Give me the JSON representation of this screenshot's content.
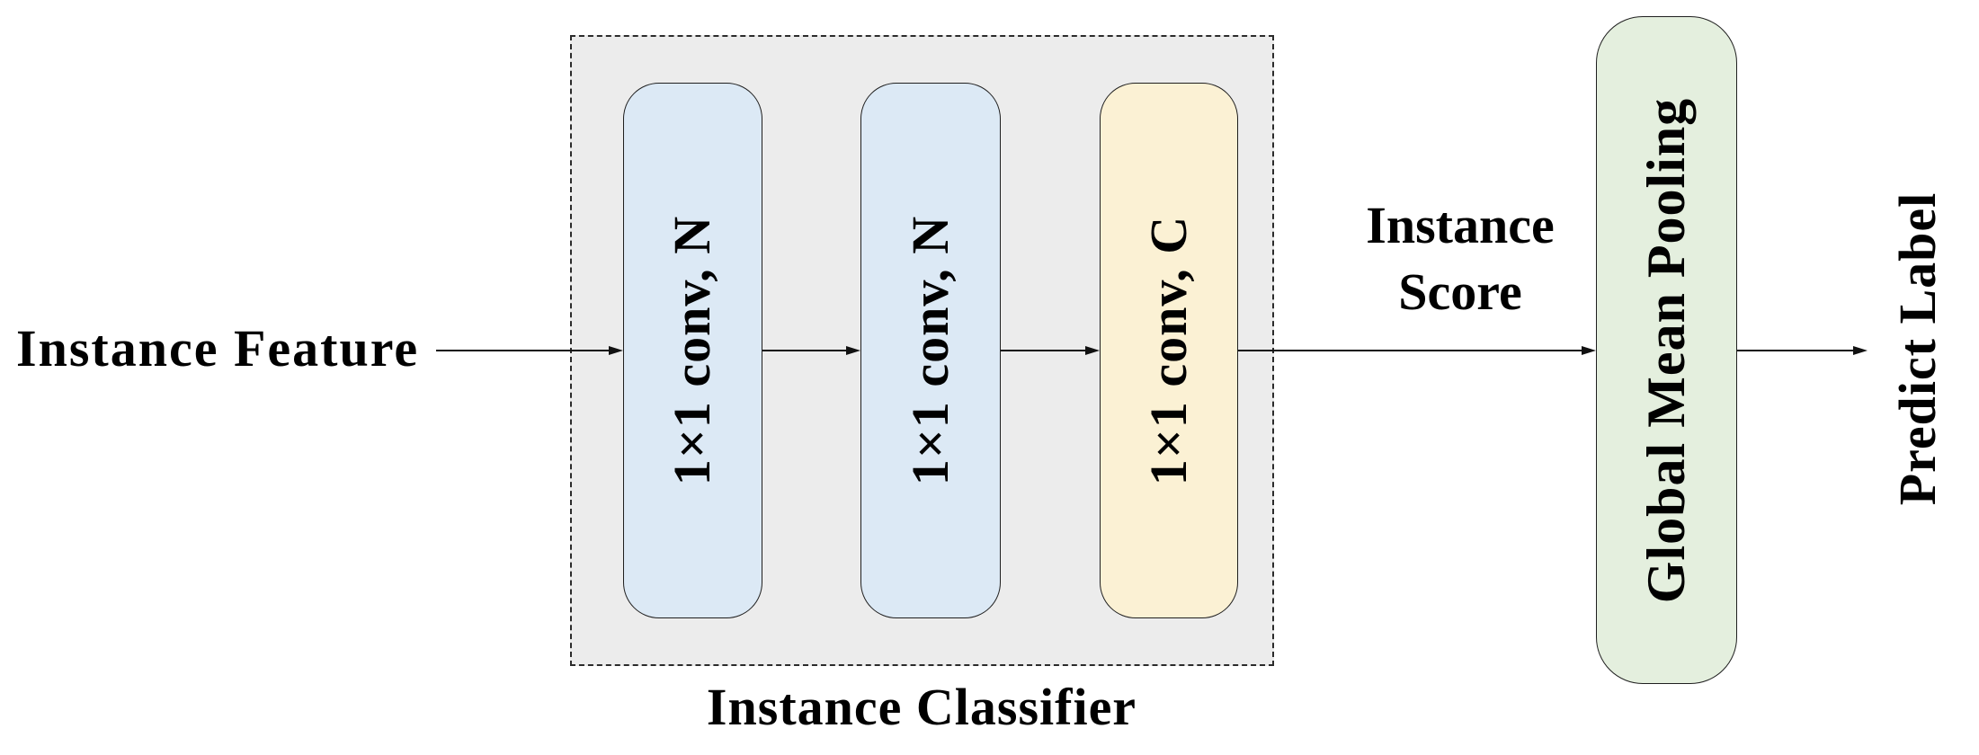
{
  "diagram": {
    "input_label": "Instance Feature",
    "classifier": {
      "caption": "Instance Classifier",
      "blocks": [
        {
          "label": "1×1 conv, N",
          "fill": "#dce9f5"
        },
        {
          "label": "1×1 conv, N",
          "fill": "#dce9f5"
        },
        {
          "label": "1×1 conv, C",
          "fill": "#fbf1d4"
        }
      ]
    },
    "score_label": {
      "line1": "Instance",
      "line2": "Score"
    },
    "pooling_label": "Global Mean Pooling",
    "output_label": "Predict Label",
    "colors": {
      "group_fill": "#ececec",
      "conv_fill_blue": "#dce9f5",
      "conv_fill_yellow": "#fbf1d4",
      "pooling_fill_green": "#e4efde",
      "border": "#1f1f1f",
      "arrow": "#111111",
      "text": "#000000",
      "background": "#ffffff"
    }
  }
}
